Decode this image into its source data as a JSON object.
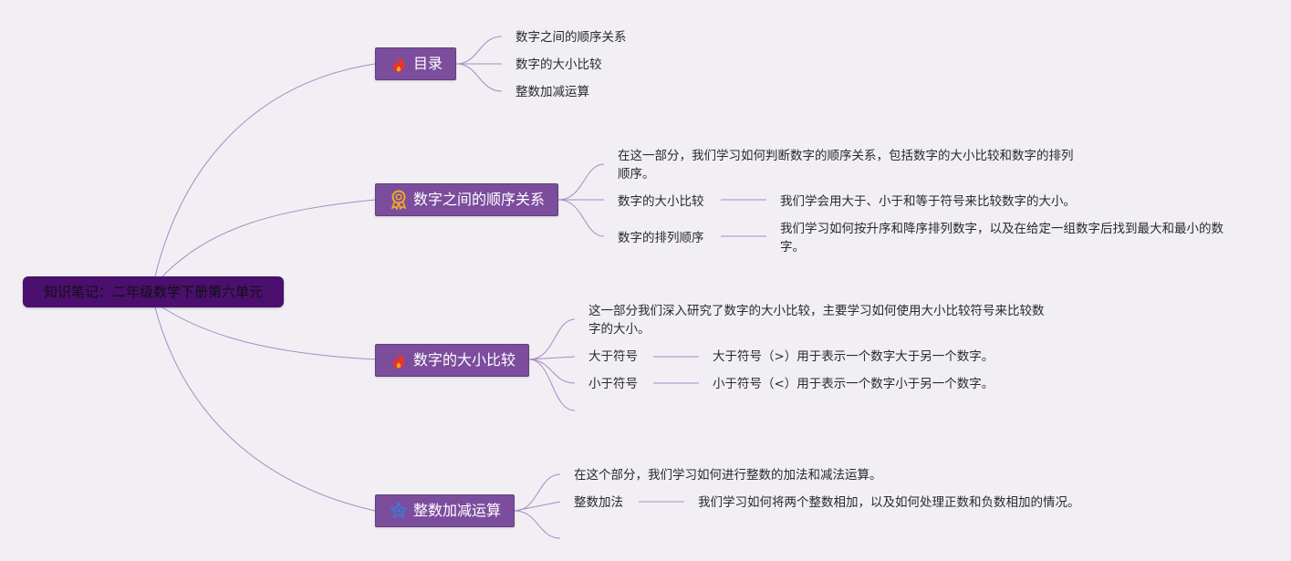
{
  "root": {
    "label": "知识笔记：二年级数学下册第六单元"
  },
  "topics": [
    {
      "label": "目录",
      "icon": "fire-icon",
      "children": [
        {
          "text": "数字之间的顺序关系"
        },
        {
          "text": "数字的大小比较"
        },
        {
          "text": "整数加减运算"
        }
      ]
    },
    {
      "label": "数字之间的顺序关系",
      "icon": "award-medal-icon",
      "children": [
        {
          "text": "在这一部分，我们学习如何判断数字的顺序关系，包括数字的大小比较和数字的排列顺序。"
        },
        {
          "text": "数字的大小比较",
          "detail": "我们学会用大于、小于和等于符号来比较数字的大小。"
        },
        {
          "text": "数字的排列顺序",
          "detail": "我们学习如何按升序和降序排列数字，以及在给定一组数字后找到最大和最小的数字。"
        }
      ]
    },
    {
      "label": "数字的大小比较",
      "icon": "fire-icon",
      "children": [
        {
          "text": "这一部分我们深入研究了数字的大小比较，主要学习如何使用大小比较符号来比较数字的大小。"
        },
        {
          "text": "大于符号",
          "detail": "大于符号（>）用于表示一个数字大于另一个数字。"
        },
        {
          "text": "小于符号",
          "detail": "小于符号（<）用于表示一个数字小于另一个数字。"
        },
        {
          "text": ""
        }
      ]
    },
    {
      "label": "整数加减运算",
      "icon": "star-icon",
      "children": [
        {
          "text": "在这个部分，我们学习如何进行整数的加法和减法运算。"
        },
        {
          "text": "整数加法",
          "detail": "我们学习如何将两个整数相加，以及如何处理正数和负数相加的情况。"
        },
        {
          "text": ""
        }
      ]
    }
  ],
  "colors": {
    "background": "#f1eff3",
    "root_fill": "#4b0f6e",
    "topic_fill": "#7c4d9d",
    "line": "#a58bc8"
  }
}
